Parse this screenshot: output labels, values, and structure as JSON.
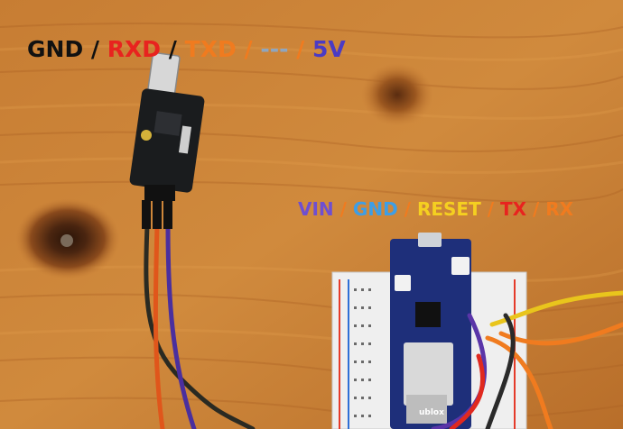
{
  "usb_adapter_pins": [
    {
      "text": "GND",
      "color": "#111111"
    },
    {
      "text": "/",
      "color": "#111111"
    },
    {
      "text": "RXD",
      "color": "#e8231f"
    },
    {
      "text": "/",
      "color": "#111111"
    },
    {
      "text": "TXD",
      "color": "#f07b1f"
    },
    {
      "text": "/",
      "color": "#f07b1f"
    },
    {
      "text": "---",
      "color": "#8fa6bf"
    },
    {
      "text": "/",
      "color": "#f07b1f"
    },
    {
      "text": "5V",
      "color": "#4b3bc4"
    }
  ],
  "mcu_pins": [
    {
      "text": "VIN",
      "color": "#6f4fd0"
    },
    {
      "text": "/",
      "color": "#f07b1f"
    },
    {
      "text": "GND",
      "color": "#3d9ee6"
    },
    {
      "text": "/",
      "color": "#f07b1f"
    },
    {
      "text": "RESET",
      "color": "#f5d020"
    },
    {
      "text": "/",
      "color": "#f07b1f"
    },
    {
      "text": "TX",
      "color": "#e8231f"
    },
    {
      "text": "/",
      "color": "#f07b1f"
    },
    {
      "text": "RX",
      "color": "#f07b1f"
    }
  ],
  "module_label": "ublox"
}
